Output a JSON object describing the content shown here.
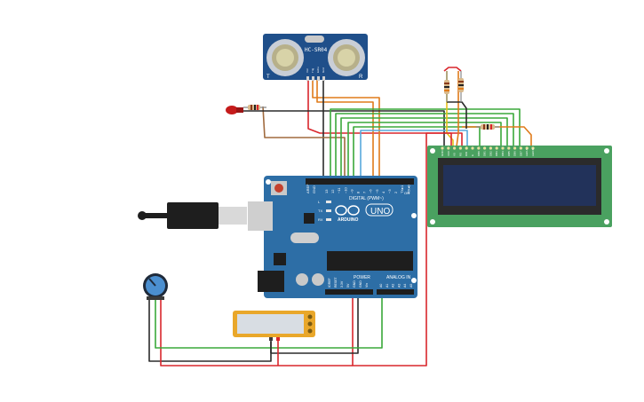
{
  "sensor": {
    "model": "HC-SR04",
    "pins": [
      "Vcc",
      "Trig",
      "Echo",
      "Gnd"
    ],
    "left_mark": "T",
    "right_mark": "R"
  },
  "arduino": {
    "brand": "ARDUINO",
    "model": "UNO",
    "digital_label": "DIGITAL (PWM~)",
    "power_label": "POWER",
    "analog_label": "ANALOG IN",
    "aref": "AREF",
    "gnd": "GND",
    "digital_pins": [
      "13",
      "12",
      "~11",
      "~10",
      "~9",
      "8",
      "7",
      "~6",
      "~5",
      "4",
      "~3",
      "2",
      "TX▸1",
      "RX◂0"
    ],
    "power_pins": [
      "IOREF",
      "RESET",
      "3.3V",
      "5V",
      "GND",
      "GND",
      "Vin"
    ],
    "analog_pins": [
      "A0",
      "A1",
      "A2",
      "A3",
      "A4",
      "A5"
    ],
    "led_labels": [
      "L",
      "TX",
      "RX"
    ],
    "on_label": "ON"
  },
  "lcd": {
    "pin_labels": [
      "GND",
      "VCC",
      "V0",
      "RS",
      "RW",
      "E",
      "DB0",
      "DB1",
      "DB2",
      "DB3",
      "DB4",
      "DB5",
      "DB6",
      "DB7",
      "LED A",
      "LED B"
    ]
  },
  "colors": {
    "wire_red": "#d9262c",
    "wire_black": "#2b2b2b",
    "wire_green": "#3aa83a",
    "wire_orange": "#e07b1a",
    "wire_brown": "#a06a3e",
    "wire_blue": "#58a9dc",
    "wire_yellow": "#e8c21c",
    "board_blue": "#2d6ea6",
    "lcd_green": "#4aa160",
    "lcd_screen": "#22325a"
  }
}
